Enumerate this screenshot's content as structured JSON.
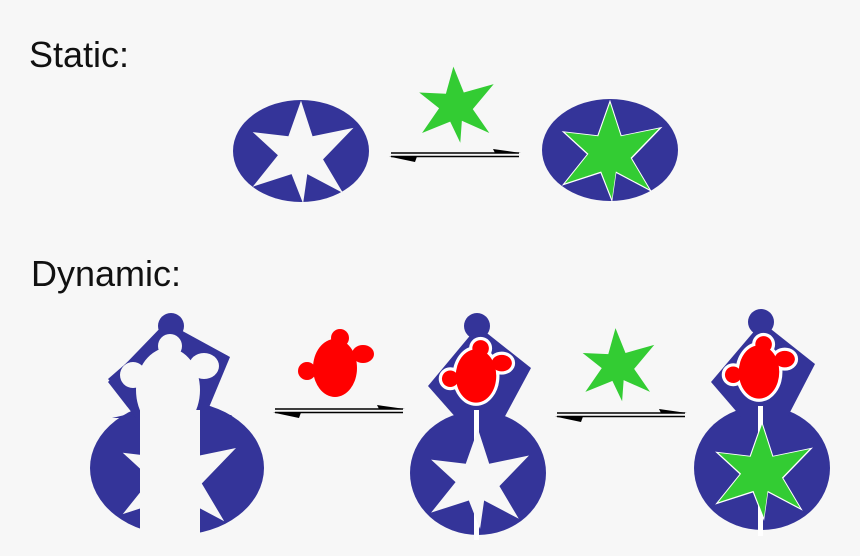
{
  "labels": {
    "static": "Static:",
    "dynamic": "Dynamic:"
  },
  "colors": {
    "background": "#f7f7f7",
    "receptor": "#343499",
    "ligand_star": "#33cc33",
    "ligand_red": "#ff0000",
    "outline": "#ffffff",
    "arrow": "#000000"
  },
  "sections": [
    {
      "name": "static",
      "stages": [
        "empty receptor (ellipse with star-shaped pocket)",
        "green star ligand",
        "equilibrium arrows",
        "receptor with bound green star"
      ]
    },
    {
      "name": "dynamic",
      "stages": [
        "empty two-part receptor (head + body)",
        "red ligand",
        "equilibrium arrows",
        "receptor with bound red ligand",
        "green star ligand",
        "equilibrium arrows",
        "receptor with bound red ligand and green star"
      ]
    }
  ]
}
